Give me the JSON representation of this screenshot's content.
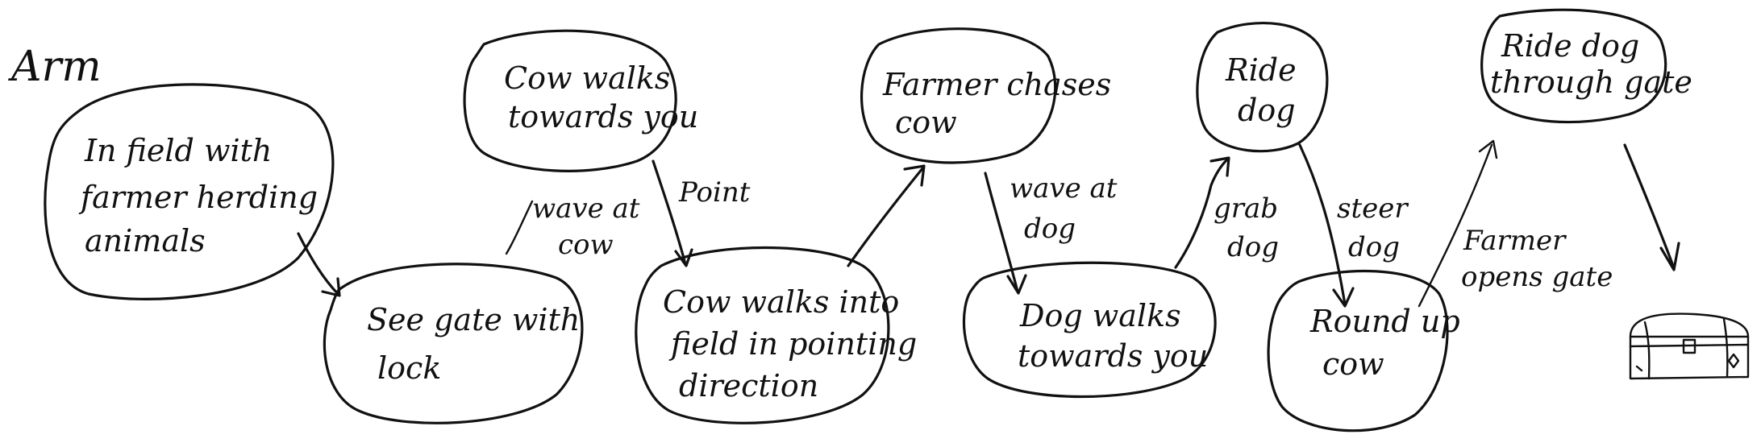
{
  "title": "Arm",
  "nodes": [
    {
      "id": "n1",
      "lines": [
        "In field with",
        "farmer herding",
        "animals"
      ]
    },
    {
      "id": "n2",
      "lines": [
        "See gate with",
        "lock"
      ]
    },
    {
      "id": "n3",
      "lines": [
        "Cow walks",
        "towards you"
      ]
    },
    {
      "id": "n4",
      "lines": [
        "Cow walks into",
        "field in pointing",
        "direction"
      ]
    },
    {
      "id": "n5",
      "lines": [
        "Farmer chases",
        "cow"
      ]
    },
    {
      "id": "n6",
      "lines": [
        "Dog walks",
        "towards you"
      ]
    },
    {
      "id": "n7",
      "lines": [
        "Ride",
        "dog"
      ]
    },
    {
      "id": "n8",
      "lines": [
        "Round up",
        "cow"
      ]
    },
    {
      "id": "n9",
      "lines": [
        "Ride dog",
        "through gate"
      ]
    }
  ],
  "edges": [
    {
      "from": "n1",
      "to": "n2",
      "lines": []
    },
    {
      "from": "n2",
      "to": "n3",
      "lines": [
        "wave at",
        "cow"
      ]
    },
    {
      "from": "n3",
      "to": "n4",
      "lines": [
        "Point"
      ]
    },
    {
      "from": "n4",
      "to": "n5",
      "lines": []
    },
    {
      "from": "n5",
      "to": "n6",
      "lines": [
        "wave at",
        "dog"
      ]
    },
    {
      "from": "n6",
      "to": "n7",
      "lines": [
        "grab",
        "dog"
      ]
    },
    {
      "from": "n7",
      "to": "n8",
      "lines": [
        "steer",
        "dog"
      ]
    },
    {
      "from": "n8",
      "to": "n9",
      "lines": [
        "Farmer",
        "opens gate"
      ]
    },
    {
      "from": "n9",
      "to": "treasure-chest",
      "lines": []
    }
  ],
  "goal_icon": "treasure-chest-icon"
}
